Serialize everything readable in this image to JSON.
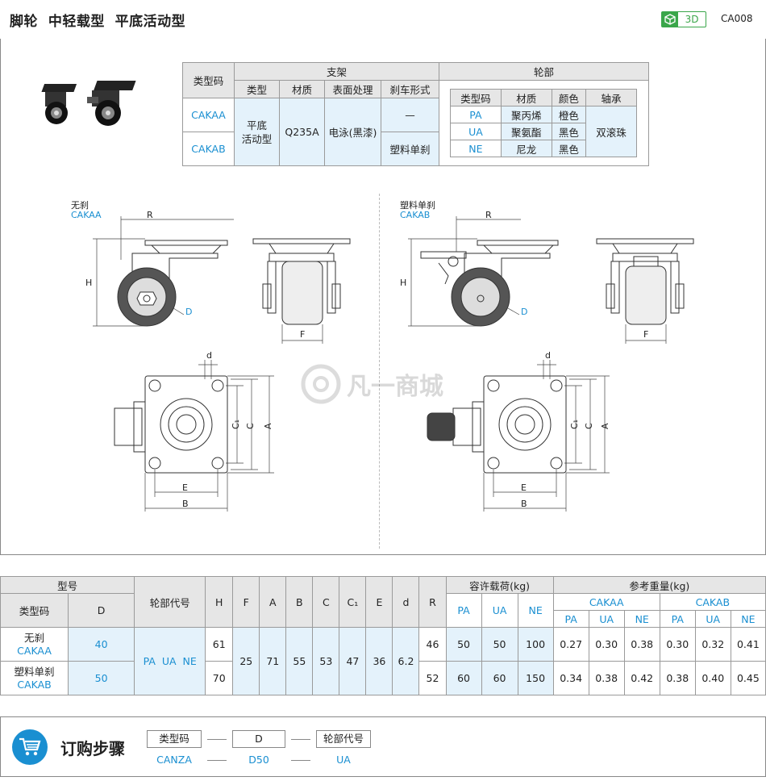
{
  "header": {
    "title": "脚轮  中轻载型  平底活动型",
    "badge_3d": "3D",
    "code": "CA008"
  },
  "spec_table": {
    "type_code_header": "类型码",
    "bracket_header": "支架",
    "wheel_header": "轮部",
    "bracket_cols": [
      "类型",
      "材质",
      "表面处理",
      "刹车形式"
    ],
    "rows": [
      "CAKAA",
      "CAKAB"
    ],
    "bracket_type": "平底\n活动型",
    "bracket_material": "Q235A",
    "bracket_surface": "电泳(黑漆)",
    "brake": [
      "—",
      "塑料单刹"
    ],
    "wheel_cols": [
      "类型码",
      "材质",
      "颜色",
      "轴承"
    ],
    "wheel_rows": [
      {
        "code": "PA",
        "material": "聚丙烯",
        "color": "橙色"
      },
      {
        "code": "UA",
        "material": "聚氨酯",
        "color": "黑色"
      },
      {
        "code": "NE",
        "material": "尼龙",
        "color": "黑色"
      }
    ],
    "bearing": "双滚珠"
  },
  "drawings": {
    "left_label": "无刹",
    "left_code": "CAKAA",
    "right_label": "塑料单刹",
    "right_code": "CAKAB",
    "dims": {
      "R": "R",
      "H": "H",
      "D": "D",
      "F": "F",
      "d": "d",
      "C1": "C₁",
      "C": "C",
      "A": "A",
      "E": "E",
      "B": "B"
    },
    "watermark": "凡一商城"
  },
  "dim_table": {
    "model": "型号",
    "type_code": "类型码",
    "D": "D",
    "wheel_code": "轮部代号",
    "cols": [
      "H",
      "F",
      "A",
      "B",
      "C",
      "C₁",
      "E",
      "d",
      "R"
    ],
    "load": "容许载荷(kg)",
    "load_cols": [
      "PA",
      "UA",
      "NE"
    ],
    "weight": "参考重量(kg)",
    "weight_groups": [
      "CAKAA",
      "CAKAB"
    ],
    "weight_cols": [
      "PA",
      "UA",
      "NE"
    ],
    "left_rows": [
      "无刹",
      "CAKAA",
      "塑料单刹",
      "CAKAB"
    ],
    "D_values": [
      "40",
      "50"
    ],
    "wheel_value": "PA  UA  NE",
    "H": [
      "61",
      "70"
    ],
    "F": "25",
    "A": "71",
    "B": "55",
    "C": "53",
    "C1": "47",
    "E": "36",
    "d": "6.2",
    "R": [
      "46",
      "52"
    ],
    "loads": [
      [
        "50",
        "50",
        "100"
      ],
      [
        "60",
        "60",
        "150"
      ]
    ],
    "weights": [
      [
        "0.27",
        "0.30",
        "0.38",
        "0.30",
        "0.32",
        "0.41"
      ],
      [
        "0.34",
        "0.38",
        "0.42",
        "0.38",
        "0.40",
        "0.45"
      ]
    ]
  },
  "order": {
    "title": "订购步骤",
    "steps": [
      "类型码",
      "D",
      "轮部代号"
    ],
    "values": [
      "CANZA",
      "D50",
      "UA"
    ]
  },
  "colors": {
    "accent": "#1a8fd1",
    "badge": "#3aa64a",
    "header_gray": "#e6e6e6",
    "cell_blue": "#e4f2fb"
  }
}
